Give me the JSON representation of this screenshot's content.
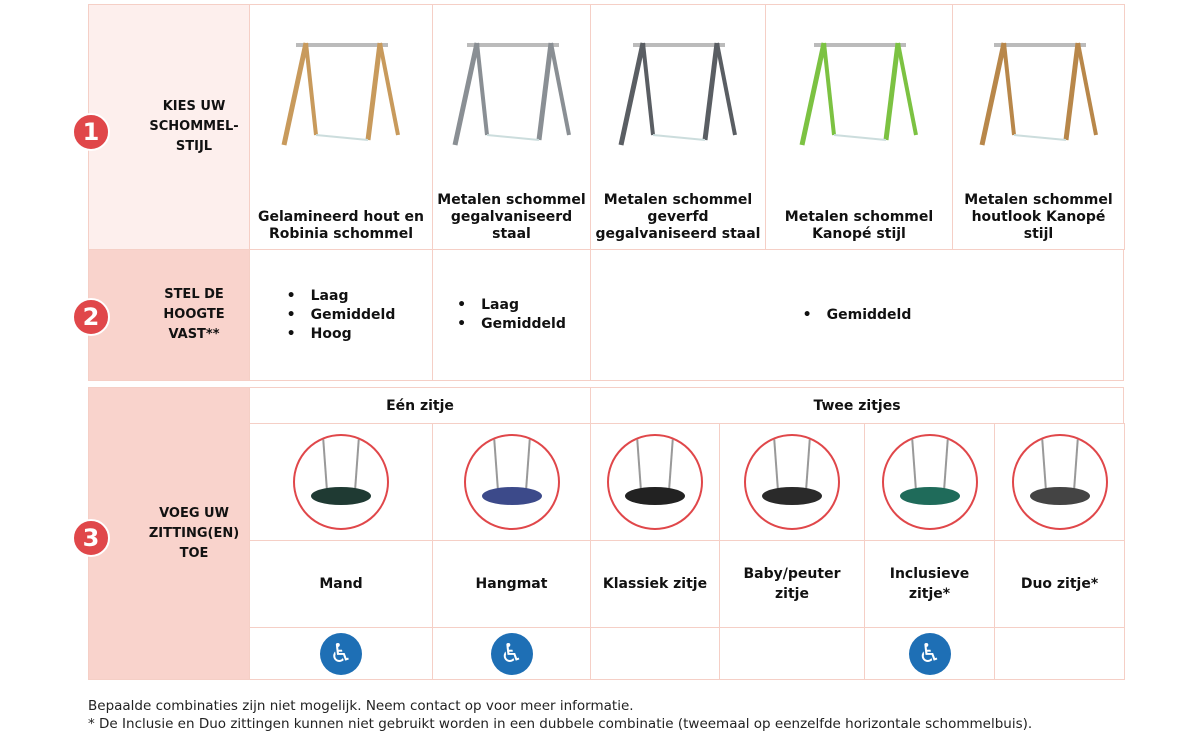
{
  "steps": [
    {
      "num": "1",
      "label": "KIES UW SCHOMMEL-STIJL"
    },
    {
      "num": "2",
      "label": "STEL DE HOOGTE VAST**"
    },
    {
      "num": "3",
      "label": "VOEG UW ZITTING(EN) TOE"
    }
  ],
  "styles": [
    {
      "name": "Gelamineerd hout en Robinia schommel",
      "color": "#c89a5c"
    },
    {
      "name": "Metalen schommel gegalvaniseerd staal",
      "color": "#8a8f94"
    },
    {
      "name": "Metalen schommel geverfd gegalvaniseerd staal",
      "color": "#5a5e63"
    },
    {
      "name": "Metalen schommel Kanopé stijl",
      "color": "#7cc242"
    },
    {
      "name": "Metalen schommel houtlook Kanopé stijl",
      "color": "#b8874a"
    }
  ],
  "heights": [
    [
      "Laag",
      "Gemiddeld",
      "Hoog"
    ],
    [
      "Laag",
      "Gemiddeld"
    ],
    [
      "Gemiddeld"
    ]
  ],
  "seat_groups": [
    "Eén zitje",
    "Twee zitjes"
  ],
  "seats": [
    {
      "name": "Mand",
      "accessible": true
    },
    {
      "name": "Hangmat",
      "accessible": true
    },
    {
      "name": "Klassiek zitje",
      "accessible": false
    },
    {
      "name": "Baby/peuter zitje",
      "accessible": false
    },
    {
      "name": "Inclusieve zitje*",
      "accessible": true
    },
    {
      "name": "Duo zitje*",
      "accessible": false
    }
  ],
  "footer": [
    "Bepaalde combinaties zijn niet mogelijk. Neem contact op voor meer informatie.",
    "* De Inclusie en Duo zittingen kunnen niet gebruikt worden in een dubbele combinatie (tweemaal op eenzelfde horizontale schommelbuis)."
  ]
}
